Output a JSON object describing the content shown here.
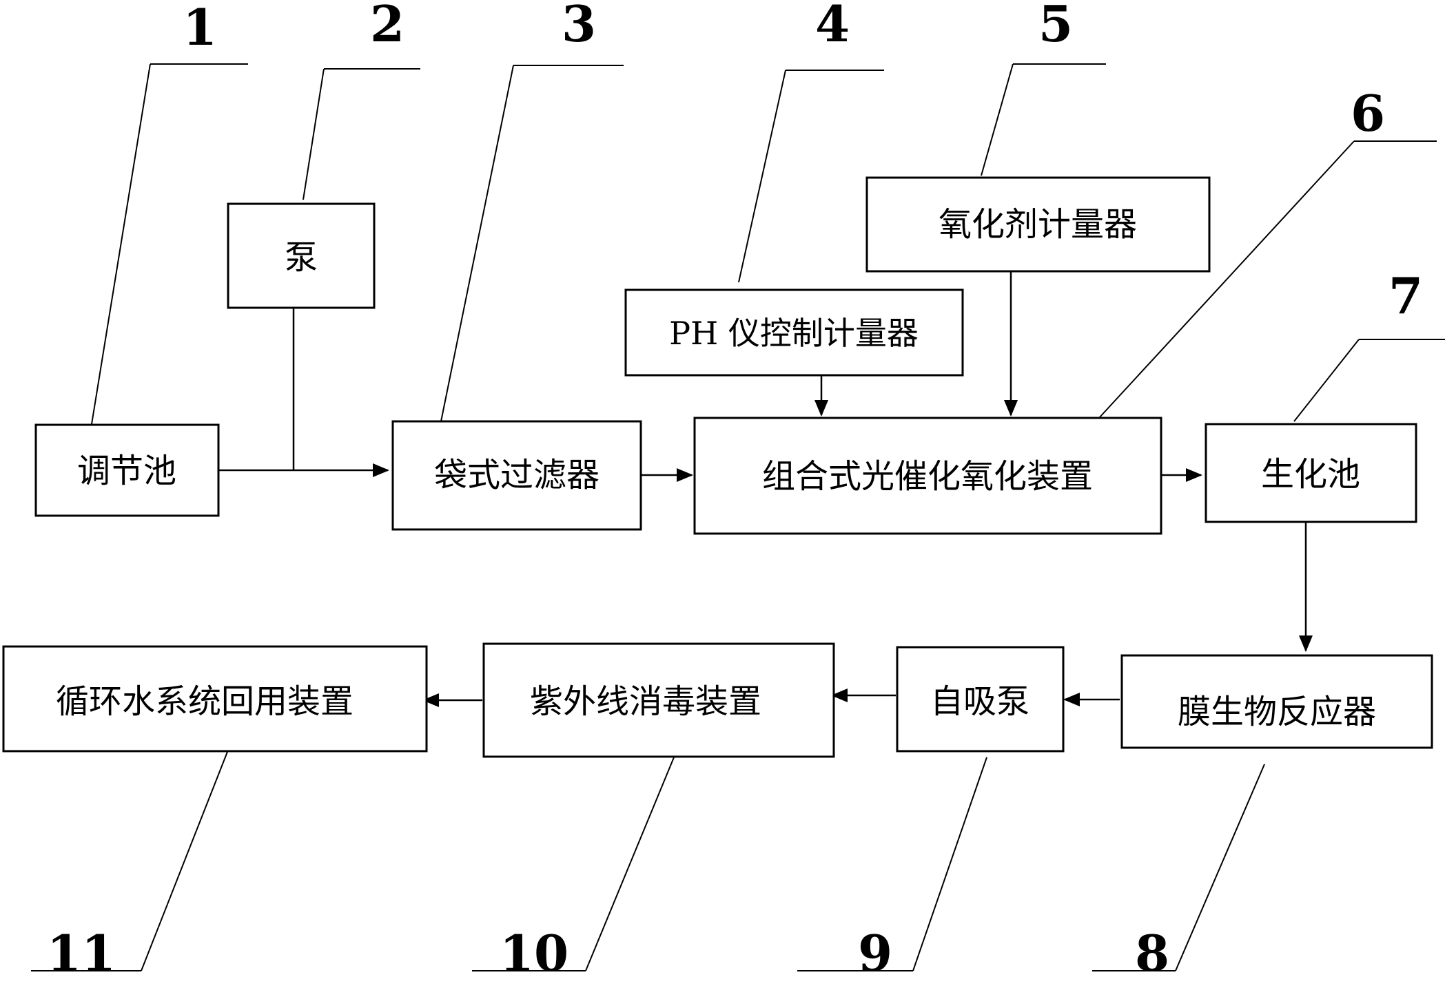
{
  "boxes": {
    "b1": "调节池",
    "b2": "泵",
    "b3": "袋式过滤器",
    "b4": "PH 仪控制计量器",
    "b5": "氧化剂计量器",
    "b6": "组合式光催化氧化装置",
    "b7": "生化池",
    "b8": "膜生物反应器",
    "b9": "自吸泵",
    "b10": "紫外线消毒装置",
    "b11": "循环水系统回用装置"
  },
  "numbers": {
    "n1": "1",
    "n2": "2",
    "n3": "3",
    "n4": "4",
    "n5": "5",
    "n6": "6",
    "n7": "7",
    "n8": "8",
    "n9": "9",
    "n10": "10",
    "n11": "11"
  }
}
